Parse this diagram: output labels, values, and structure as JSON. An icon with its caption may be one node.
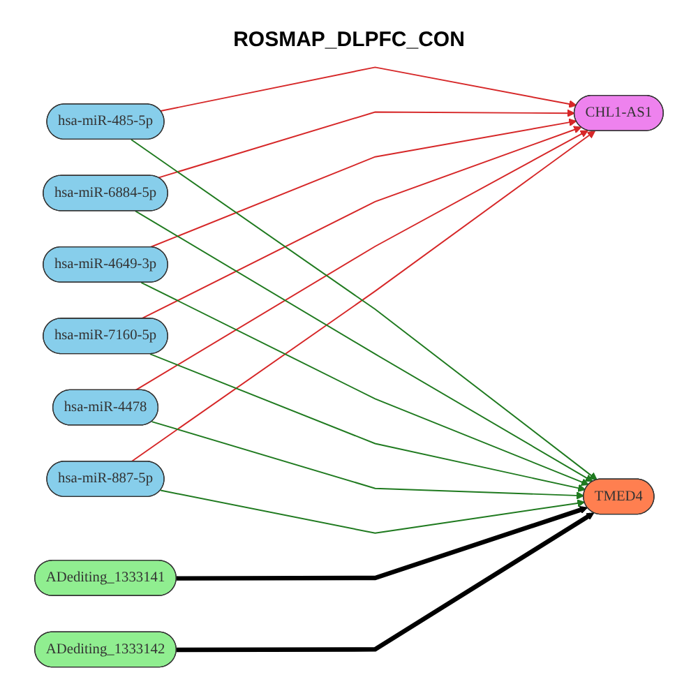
{
  "diagram": {
    "title": "ROSMAP_DLPFC_CON",
    "nodes": [
      {
        "text": [
          "hsa-miR-485-5p"
        ]
      },
      {
        "text": [
          "hsa-miR-6884-5p"
        ]
      },
      {
        "text": [
          "hsa-miR-4649-3p"
        ]
      },
      {
        "text": [
          "CHL1-AS1"
        ]
      },
      {
        "text": [
          "hsa-miR-7160-5p"
        ]
      },
      {
        "text": [
          "TMED4"
        ]
      },
      {
        "text": [
          "hsa-miR-4478"
        ]
      },
      {
        "text": [
          "hsa-miR-887-5p"
        ]
      },
      {
        "text": [
          "ADediting_1333141"
        ]
      },
      {
        "text": [
          "ADediting_1333142"
        ]
      }
    ],
    "edges": [
      {
        "from": 0,
        "to": 3,
        "arrow": "to",
        "color": "#d62728"
      },
      {
        "from": 1,
        "to": 3,
        "arrow": "to",
        "color": "#d62728"
      },
      {
        "from": 2,
        "to": 3,
        "arrow": "to",
        "color": "#d62728"
      },
      {
        "from": 4,
        "to": 3,
        "arrow": "to",
        "color": "#d62728"
      },
      {
        "from": 6,
        "to": 3,
        "arrow": "to",
        "color": "#d62728"
      },
      {
        "from": 7,
        "to": 3,
        "arrow": "to",
        "color": "#d62728"
      },
      {
        "from": 0,
        "to": 5,
        "arrow": "to",
        "color": "#1f7a1f"
      },
      {
        "from": 1,
        "to": 5,
        "arrow": "to",
        "color": "#1f7a1f"
      },
      {
        "from": 2,
        "to": 5,
        "arrow": "to",
        "color": "#1f7a1f"
      },
      {
        "from": 4,
        "to": 5,
        "arrow": "to",
        "color": "#1f7a1f"
      },
      {
        "from": 6,
        "to": 5,
        "arrow": "to",
        "color": "#1f7a1f"
      },
      {
        "from": 7,
        "to": 5,
        "arrow": "to",
        "color": "#1f7a1f"
      },
      {
        "from": 8,
        "to": 5,
        "arrow": "to",
        "style": "thick",
        "color": "#000000"
      },
      {
        "from": 9,
        "to": 5,
        "arrow": "to",
        "style": "thick",
        "color": "#000000"
      }
    ]
  }
}
